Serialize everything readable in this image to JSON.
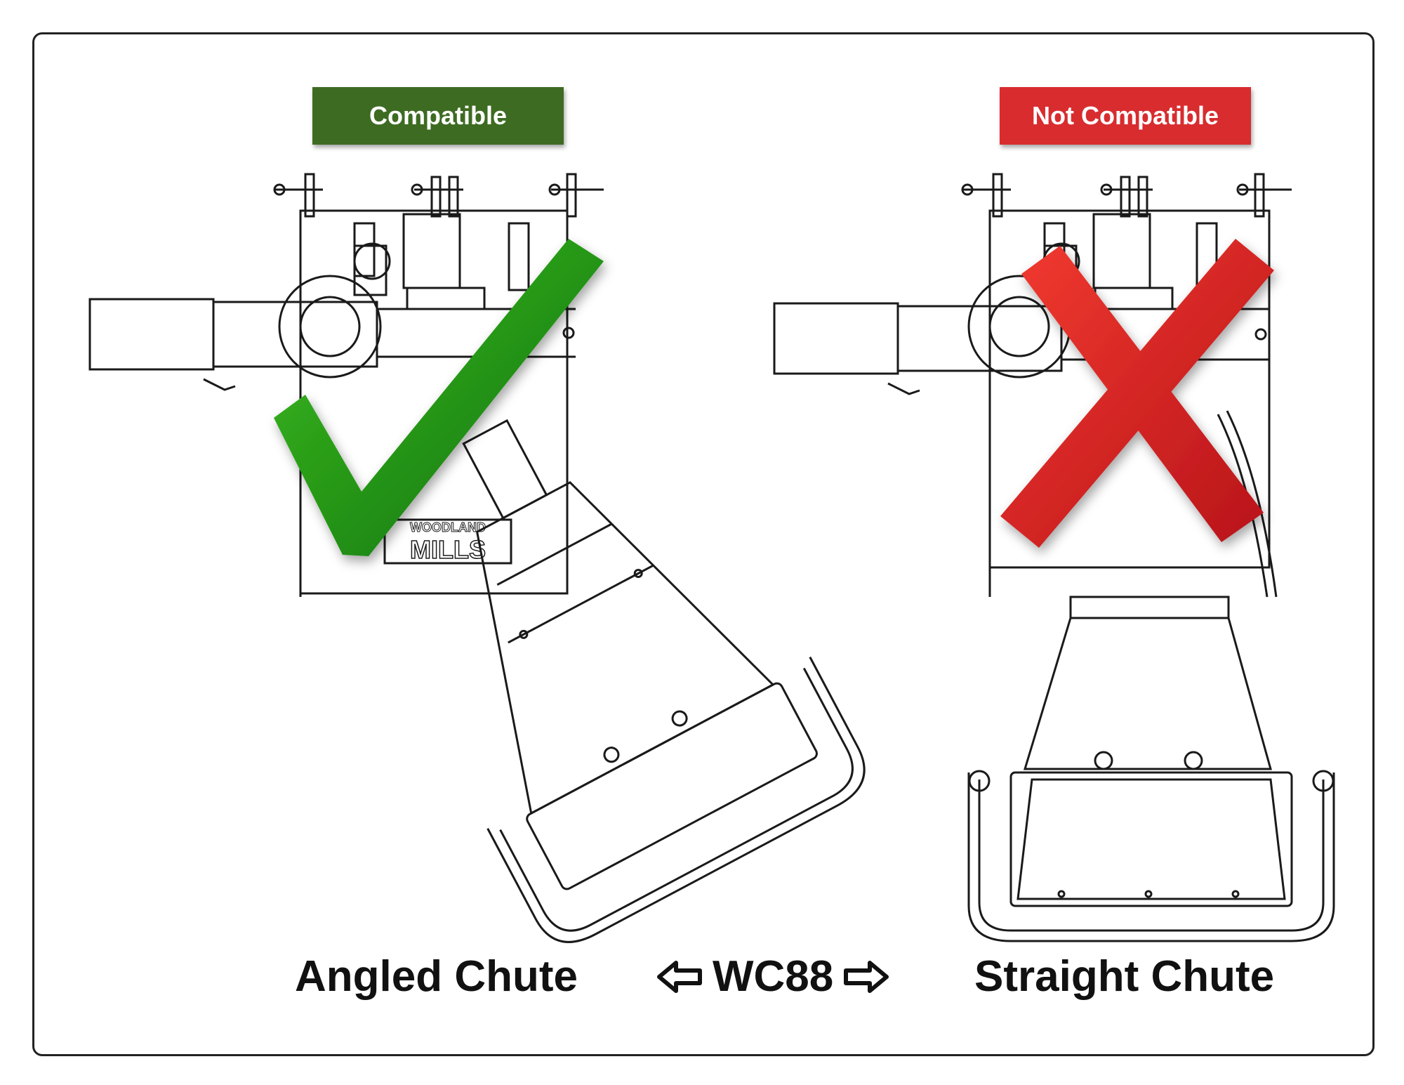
{
  "badges": {
    "left": {
      "label": "Compatible",
      "color": "#3d6b22"
    },
    "right": {
      "label": "Not Compatible",
      "color": "#d82c2f"
    }
  },
  "captions": {
    "left": "Angled Chute",
    "center": "WC88",
    "right": "Straight Chute"
  },
  "drawing_text": {
    "brand_left": "WOODLAND",
    "brand_left_sub": "MILLS"
  },
  "icons": {
    "left_mark": "checkmark-icon",
    "right_mark": "x-cross-icon",
    "arrow_left": "hollow-left-arrow-icon",
    "arrow_right": "hollow-right-arrow-icon"
  },
  "colors": {
    "check_green": "#1f9a12",
    "cross_red": "#e0282a",
    "line": "#1a1a1a"
  }
}
